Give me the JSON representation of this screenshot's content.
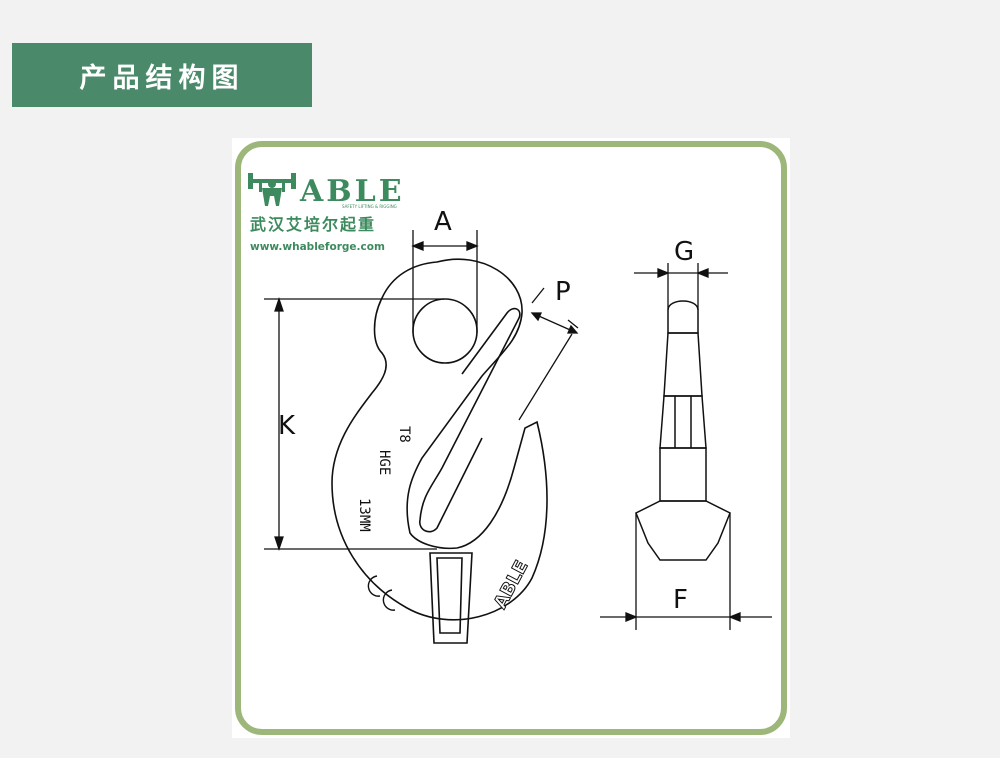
{
  "header": {
    "title": "产品结构图"
  },
  "brand": {
    "logo_text": "ABLE",
    "tagline": "SAFETY LIFTING & RIGGING",
    "company_cn": "武汉艾培尔起重",
    "website": "www.whableforge.com",
    "color": "#3d8a5e"
  },
  "diagram": {
    "dimension_labels": {
      "a": "A",
      "p": "P",
      "k": "K",
      "g": "G",
      "f": "F"
    },
    "hook_markings": {
      "grade": "T8",
      "model": "HGE",
      "size": "13MM",
      "ce": "CE",
      "logo": "ABLE"
    },
    "frame_color": "#9db77a"
  }
}
